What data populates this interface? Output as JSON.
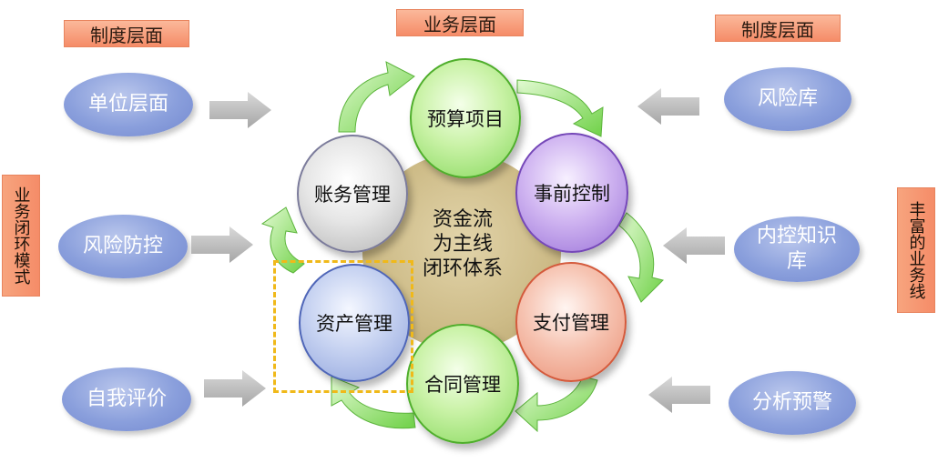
{
  "headers": {
    "left": "制度层面",
    "center": "业务层面",
    "right": "制度层面"
  },
  "side_tags": {
    "left": "业务闭环模式",
    "right": "丰富的业务线"
  },
  "left_items": [
    "单位层面",
    "风险防控",
    "自我评价"
  ],
  "right_items": [
    "风险库",
    "内控知识库",
    "分析预警"
  ],
  "hub": [
    "资金流",
    "为主线",
    "闭环体系"
  ],
  "cycle_nodes": [
    "预算项目",
    "事前控制",
    "支付管理",
    "合同管理",
    "资产管理",
    "账务管理"
  ],
  "colors": {
    "tag_fill": "#f58c68",
    "side_ellipse": "#8a9fdc",
    "cycle_arrow": "#7ed957",
    "grey_arrow": "#b0b0b0",
    "dashed_highlight": "#f0b91a"
  }
}
